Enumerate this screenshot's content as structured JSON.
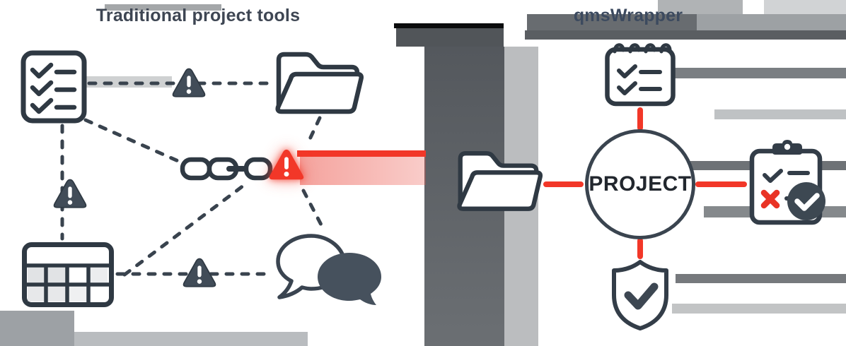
{
  "left_panel": {
    "title": "Traditional project tools",
    "icons": [
      {
        "name": "checklist-icon"
      },
      {
        "name": "folder-icon"
      },
      {
        "name": "broken-chain-link-icon"
      },
      {
        "name": "calendar-grid-icon"
      },
      {
        "name": "chat-bubbles-icon"
      },
      {
        "name": "warning-triangle-icon",
        "count": 3
      },
      {
        "name": "broken-link-alert-icon",
        "color": "#f23728"
      }
    ]
  },
  "right_panel": {
    "title": "qmsWrapper",
    "hub_label": "PROJECT",
    "icons": [
      {
        "name": "notepad-checklist-icon"
      },
      {
        "name": "folder-icon"
      },
      {
        "name": "clipboard-review-icon"
      },
      {
        "name": "approval-badge-icon"
      },
      {
        "name": "shield-check-icon"
      }
    ]
  },
  "colors": {
    "outline_dark": "#2f3943",
    "slate_fill": "#414c58",
    "alert_red": "#f23728",
    "left_title": "#3e4653",
    "right_title": "#3c4a5f",
    "hub_text": "#22272e",
    "white": "#ffffff"
  }
}
